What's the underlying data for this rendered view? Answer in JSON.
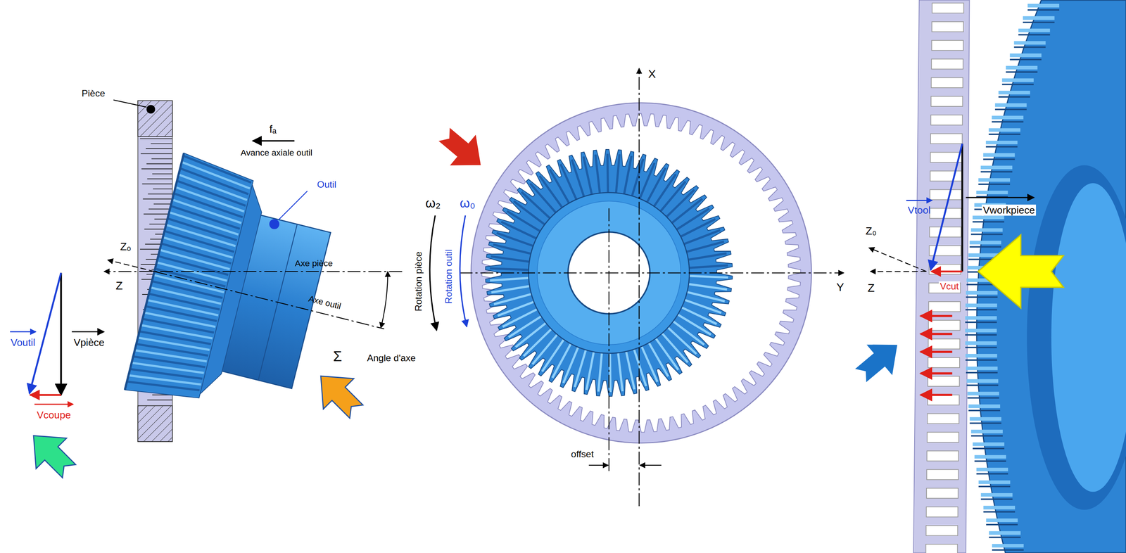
{
  "diagram": {
    "labels": [
      "Pièce",
      "fₐ",
      "Avance axiale outil",
      "Outil",
      "Z₀",
      "Z",
      "Axe pièce",
      "Axe outil",
      "Σ",
      "Angle d'axe",
      "Voutil",
      "Vpièce",
      "Vcoupe",
      "ω₂",
      "ω₀",
      "Rotation pièce",
      "Rotation outil",
      "X",
      "Y",
      "offset",
      "Vtool",
      "Vworkpiece",
      "Z₀",
      "Z",
      "Vcut"
    ]
  }
}
